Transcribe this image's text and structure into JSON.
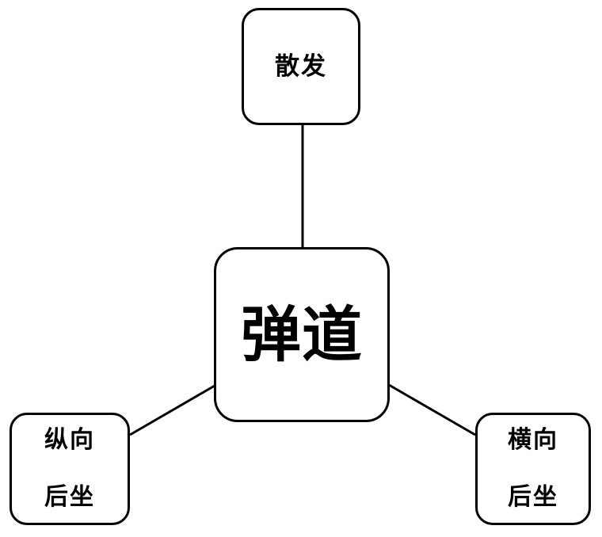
{
  "diagram": {
    "type": "mind-map",
    "background_color": "#ffffff",
    "stroke_color": "#000000",
    "stroke_width": 3,
    "root": {
      "id": "ballistics",
      "label": "弹道"
    },
    "branches": [
      {
        "id": "spread",
        "label": "散发",
        "lines": [
          "散发"
        ],
        "position": "top"
      },
      {
        "id": "vertical-recoil",
        "label": "纵向后坐",
        "lines": [
          "纵向",
          "后坐"
        ],
        "position": "bottom-left"
      },
      {
        "id": "horizontal-recoil",
        "label": "横向后坐",
        "lines": [
          "横向",
          "后坐"
        ],
        "position": "bottom-right"
      }
    ],
    "edges": [
      {
        "id": "edge-root-spread",
        "from": "ballistics",
        "to": "spread"
      },
      {
        "id": "edge-root-vertical-recoil",
        "from": "ballistics",
        "to": "vertical-recoil"
      },
      {
        "id": "edge-root-horizontal-recoil",
        "from": "ballistics",
        "to": "horizontal-recoil"
      }
    ]
  }
}
